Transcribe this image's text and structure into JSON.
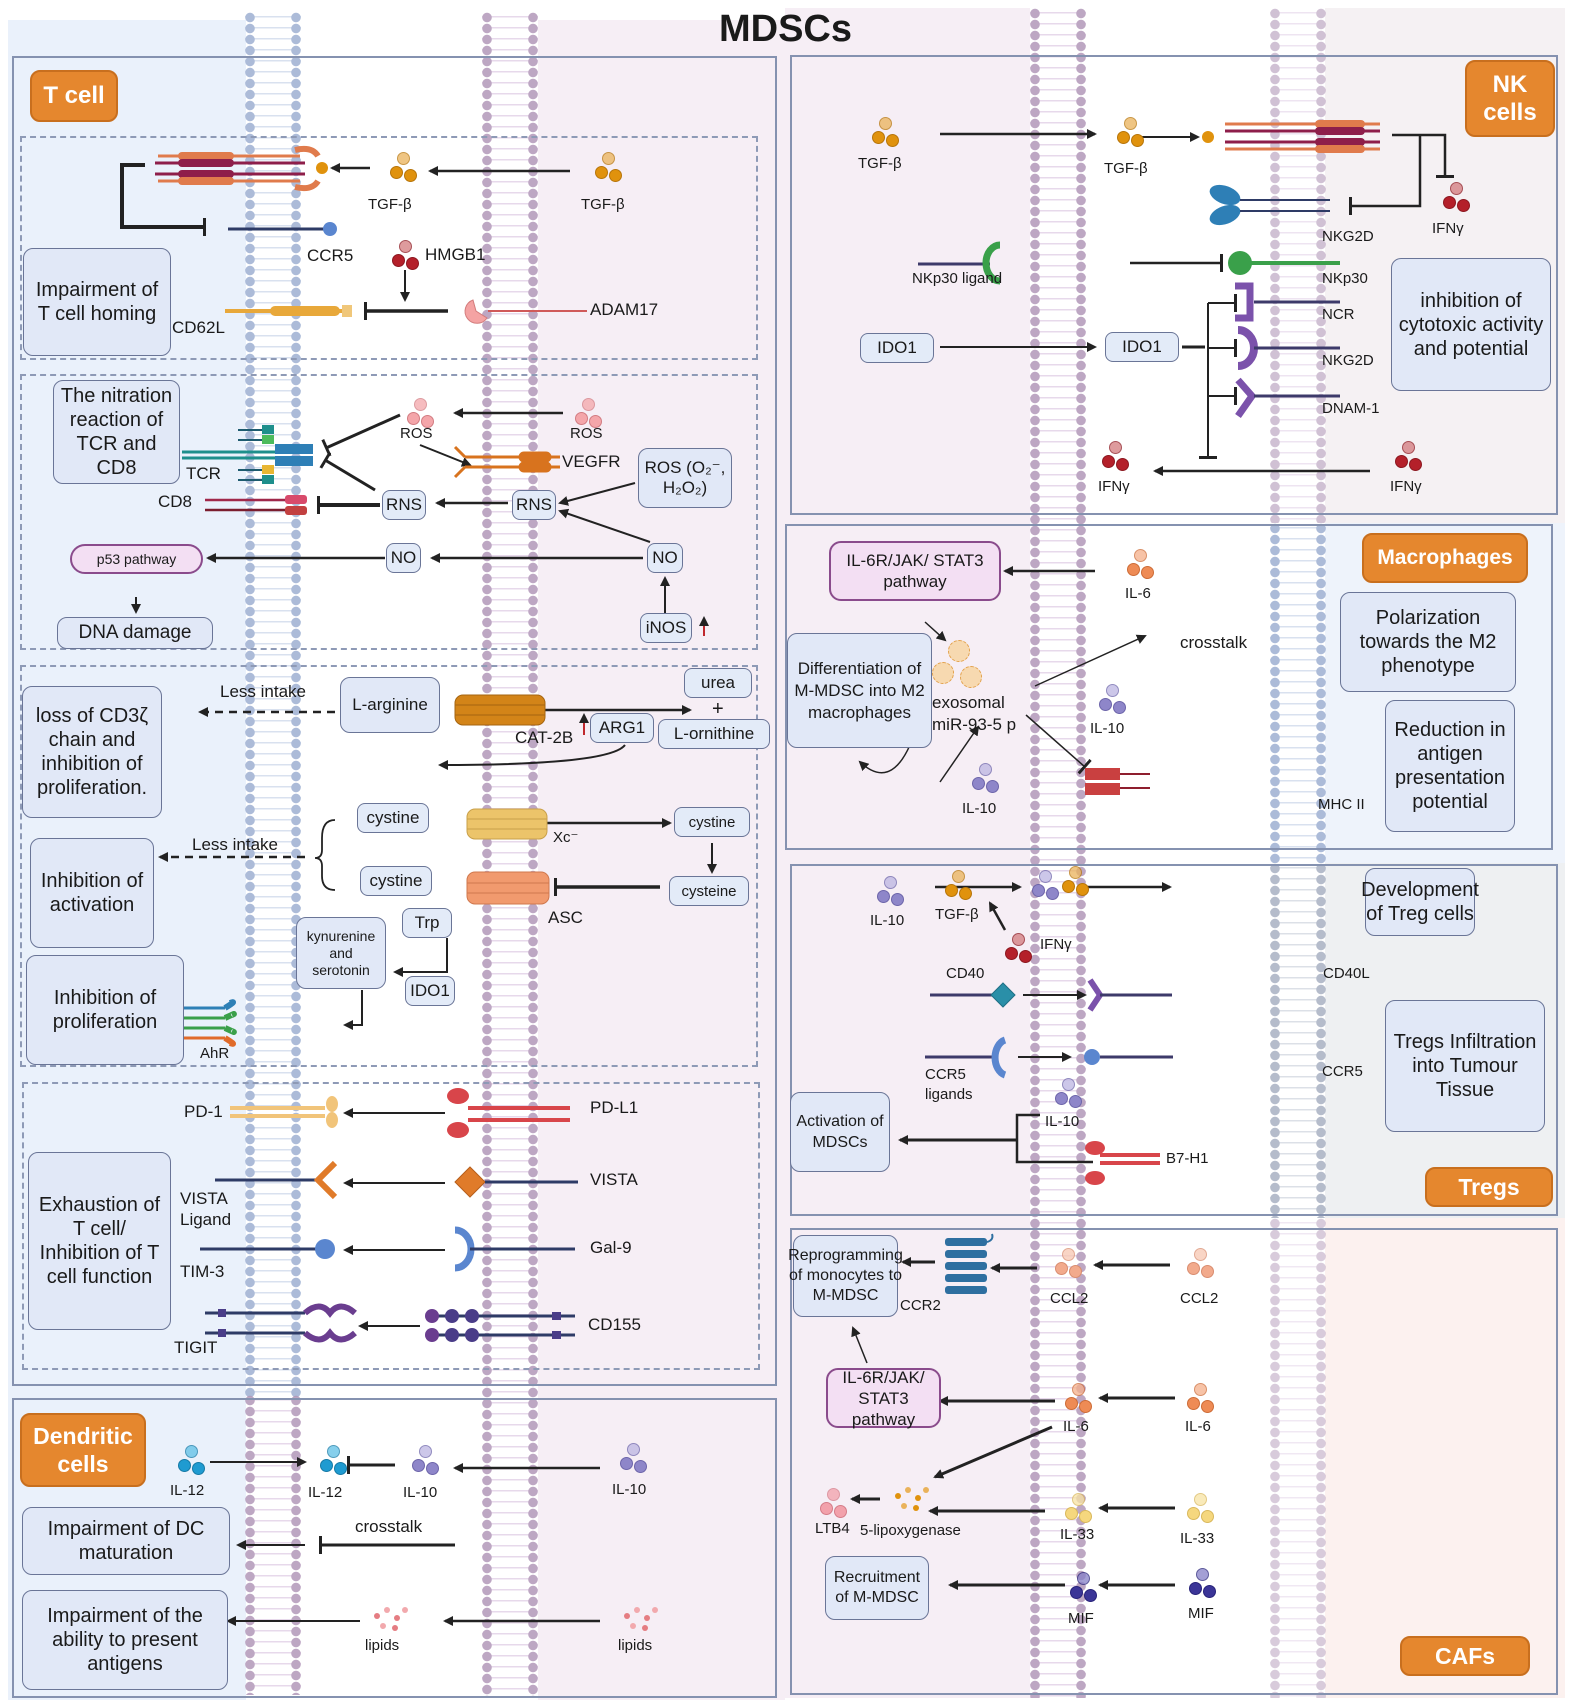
{
  "title": "MDSCs",
  "colors": {
    "tag_orange": "#e5872e",
    "box_blue": "#e1e8f7",
    "pathway_pink": "#f3dff3",
    "arrow": "#222222",
    "membrane_blue": "#9eb0d2",
    "membrane_purple": "#b298b9"
  },
  "tcell": {
    "tag": "T cell",
    "homing": {
      "outcome": "Impairment of T cell homing",
      "labels": {
        "tgf_inner": "TGF-β",
        "tgf_outer": "TGF-β",
        "ccr5": "CCR5",
        "hmgb1": "HMGB1",
        "cd62l": "CD62L",
        "adam17": "ADAM17"
      }
    },
    "nitration": {
      "outcome": "The nitration reaction of TCR and CD8",
      "labels": {
        "ros_inner": "ROS",
        "ros_outer": "ROS",
        "vegfr": "VEGFR",
        "tcr": "TCR",
        "cd8": "CD8",
        "rns_inner": "RNS",
        "rns_outer": "RNS",
        "ros_box": "ROS (O₂⁻, H₂O₂)",
        "no_inner": "NO",
        "no_outer": "NO",
        "inos": "iNOS",
        "p53": "p53 pathway",
        "dna": "DNA damage"
      }
    },
    "metabolism": {
      "outcome_cd3": "loss of CD3ζ chain and inhibition of proliferation.",
      "outcome_activation": "Inhibition of activation",
      "outcome_proliferation": "Inhibition of proliferation",
      "labels": {
        "less_intake_1": "Less intake",
        "less_intake_2": "Less intake",
        "l_arginine": "L-arginine",
        "urea": "urea",
        "plus": "+",
        "l_ornithine": "L-ornithine",
        "cat2b": "CAT-2B",
        "arg1": "ARG1",
        "cystine_1": "cystine",
        "cystine_2": "cystine",
        "cystine_out": "cystine",
        "cysteine": "cysteine",
        "xc": "Xc⁻",
        "asc": "ASC",
        "trp": "Trp",
        "kyn": "kynurenine and serotonin",
        "ido1": "IDO1",
        "ahr": "AhR"
      }
    },
    "checkpoints": {
      "outcome": "Exhaustion of T cell/ Inhibition of T cell function",
      "labels": {
        "pd1": "PD-1",
        "pdl1": "PD-L1",
        "vista_ligand": "VISTA Ligand",
        "vista": "VISTA",
        "tim3": "TIM-3",
        "gal9": "Gal-9",
        "tigit": "TIGIT",
        "cd155": "CD155"
      }
    }
  },
  "dc": {
    "tag": "Dendritic cells",
    "outcome_maturation": "Impairment of DC maturation",
    "outcome_antigen": "Impairment of the ability to present antigens",
    "labels": {
      "il12_a": "IL-12",
      "il12_b": "IL-12",
      "il10_a": "IL-10",
      "il10_b": "IL-10",
      "crosstalk": "crosstalk",
      "lipids_a": "lipids",
      "lipids_b": "lipids"
    }
  },
  "nk": {
    "tag": "NK cells",
    "outcome": "inhibition of cytotoxic activity and potential",
    "labels": {
      "tgf_a": "TGF-β",
      "tgf_b": "TGF-β",
      "ifn_top": "IFNγ",
      "nkg2d_top": "NKG2D",
      "nkp30_ligand": "NKp30 ligand",
      "nkp30": "NKp30",
      "ido1_a": "IDO1",
      "ido1_b": "IDO1",
      "ncr": "NCR",
      "nkg2d": "NKG2D",
      "dnam1": "DNAM-1",
      "ifn_a": "IFNγ",
      "ifn_b": "IFNγ"
    }
  },
  "macrophages": {
    "tag": "Macrophages",
    "outcome_polarization": "Polarization towards the M2 phenotype",
    "outcome_reduction": "Reduction in antigen presentation potential",
    "outcome_diff": "Differentiation of M-MDSC into M2 macrophages",
    "labels": {
      "pathway": "IL-6R/JAK/ STAT3 pathway",
      "il6": "IL-6",
      "exosomal": "exosomal miR-93-5 p",
      "crosstalk": "crosstalk",
      "il10_a": "IL-10",
      "il10_b": "IL-10",
      "mhc2": "MHC II"
    }
  },
  "tregs": {
    "tag": "Tregs",
    "outcome_dev": "Development of Treg cells",
    "outcome_infil": "Tregs Infiltration into Tumour Tissue",
    "outcome_act": "Activation of MDSCs",
    "labels": {
      "il10": "IL-10",
      "tgf": "TGF-β",
      "ifn": "IFNγ",
      "cd40": "CD40",
      "cd40l": "CD40L",
      "ccr5_lig": "CCR5 ligands",
      "ccr5": "CCR5",
      "il10_b": "IL-10",
      "b7h1": "B7-H1"
    }
  },
  "cafs": {
    "tag": "CAFs",
    "outcome_reprog": "Reprogramming of monocytes to M-MDSC",
    "outcome_recruit": "Recruitment of M-MDSC",
    "labels": {
      "ccr2": "CCR2",
      "ccl2_a": "CCL2",
      "ccl2_b": "CCL2",
      "pathway": "IL-6R/JAK/ STAT3 pathway",
      "il6_a": "IL-6",
      "il6_b": "IL-6",
      "ltb4": "LTB4",
      "lipox": "5-lipoxygenase",
      "il33_a": "IL-33",
      "il33_b": "IL-33",
      "mif_a": "MIF",
      "mif_b": "MIF"
    }
  }
}
